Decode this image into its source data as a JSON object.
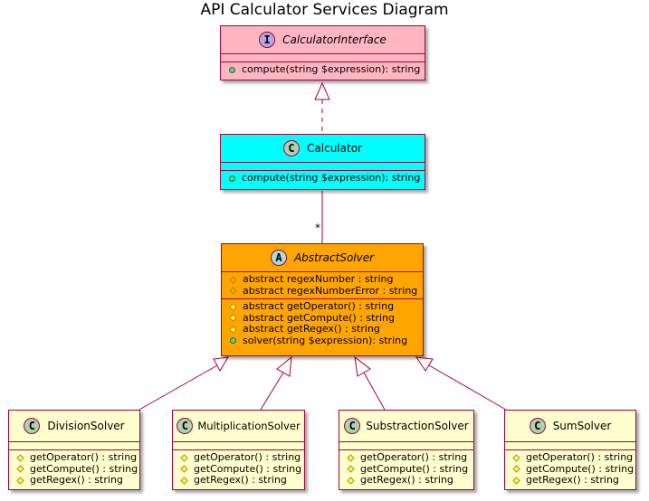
{
  "title": "API Calculator Services Diagram",
  "colors": {
    "border": "#a80036",
    "interface_bg": "#ffb6c1",
    "calculator_bg": "#00ffff",
    "abstract_bg": "#ffa500",
    "solver_bg": "#fefece"
  },
  "interface": {
    "badge": "I",
    "name": "CalculatorInterface",
    "methods": [
      "compute(string $expression): string"
    ]
  },
  "calculator": {
    "badge": "C",
    "name": "Calculator",
    "methods": [
      "compute(string $expression): string"
    ]
  },
  "association": {
    "multiplicity": "*"
  },
  "abstract_solver": {
    "badge": "A",
    "name": "AbstractSolver",
    "fields": [
      "abstract regexNumber : string",
      "abstract regexNumberError : string"
    ],
    "methods": [
      "abstract getOperator() : string",
      "abstract getCompute() : string",
      "abstract getRegex() : string",
      "solver(string $expression): string"
    ]
  },
  "solvers": [
    {
      "badge": "C",
      "name": "DivisionSolver",
      "methods": [
        "getOperator() : string",
        "getCompute() : string",
        "getRegex() : string"
      ]
    },
    {
      "badge": "C",
      "name": "MultiplicationSolver",
      "methods": [
        "getOperator() : string",
        "getCompute() : string",
        "getRegex() : string"
      ]
    },
    {
      "badge": "C",
      "name": "SubstractionSolver",
      "methods": [
        "getOperator() : string",
        "getCompute() : string",
        "getRegex() : string"
      ]
    },
    {
      "badge": "C",
      "name": "SumSolver",
      "methods": [
        "getOperator() : string",
        "getCompute() : string",
        "getRegex() : string"
      ]
    }
  ]
}
